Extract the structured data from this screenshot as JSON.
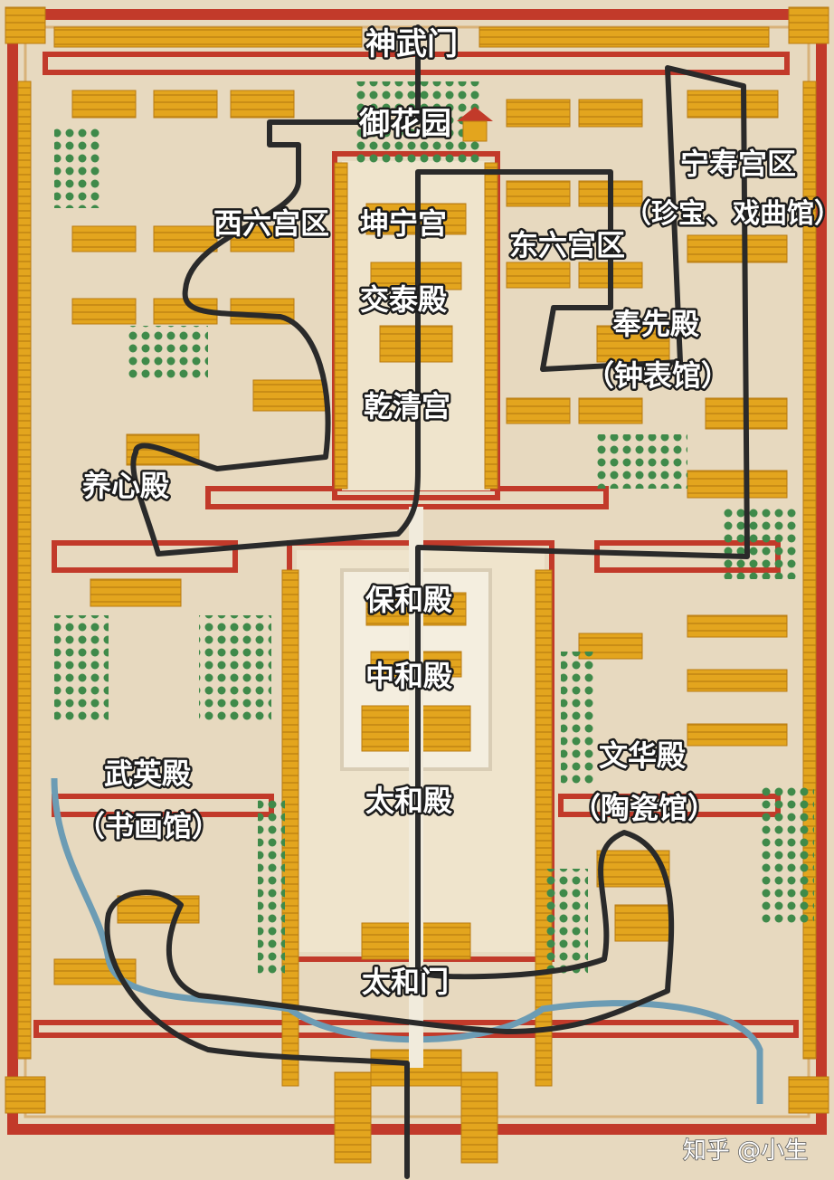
{
  "colors": {
    "ground": "#e7d9bf",
    "wall": "#c23a2a",
    "roof": "#e3a51e",
    "roof_dark": "#b97a12",
    "courtyard": "#efe4cc",
    "tree": "#3f8a4a",
    "water": "#6c9cb4",
    "route": "#2a2a2a"
  },
  "labels": {
    "shenwumen": "神武门",
    "yuhuayuan": "御花园",
    "ningshougong_1": "宁寿宫区",
    "ningshougong_2": "（珍宝、戏曲馆）",
    "xiliugong": "西六宫区",
    "kunninggong": "坤宁宫",
    "dongliugong": "东六宫区",
    "jiaotaidian": "交泰殿",
    "fengxiandian_1": "奉先殿",
    "fengxiandian_2": "（钟表馆）",
    "qianqinggong": "乾清宫",
    "yangxindian": "养心殿",
    "baohedian": "保和殿",
    "zhonghedian": "中和殿",
    "wuyingdian_1": "武英殿",
    "wuyingdian_2": "（书画馆）",
    "wenhuadian_1": "文华殿",
    "wenhuadian_2": "（陶瓷馆）",
    "taihedian": "太和殿",
    "taihemen": "太和门"
  },
  "watermark": "知乎 @小生",
  "icons": [
    "tree-icon",
    "pavilion-icon",
    "gate-tower-icon"
  ]
}
